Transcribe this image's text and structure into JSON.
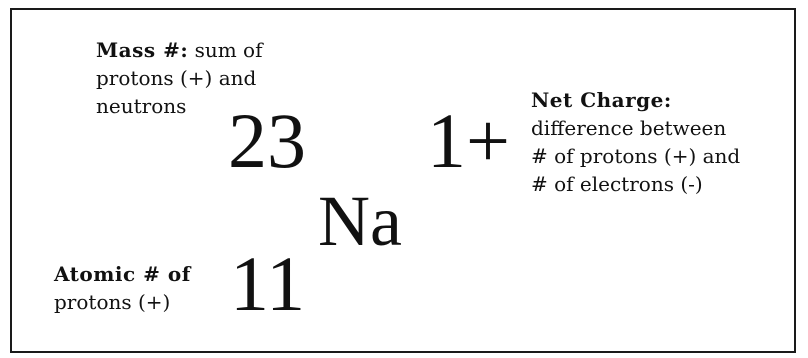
{
  "mass_label": {
    "term": "Mass #:",
    "line1_rest": " sum of",
    "line2": "protons (+) and",
    "line3": "neutrons"
  },
  "charge_label": {
    "term": "Net Charge:",
    "line2": "difference between",
    "line3": "# of protons (+) and",
    "line4": "# of electrons (-)"
  },
  "atomic_label": {
    "term": "Atomic # of",
    "line2": "protons (+)"
  },
  "notation": {
    "mass_number": "23",
    "charge": "1+",
    "symbol": "Na",
    "atomic_number": "11"
  }
}
